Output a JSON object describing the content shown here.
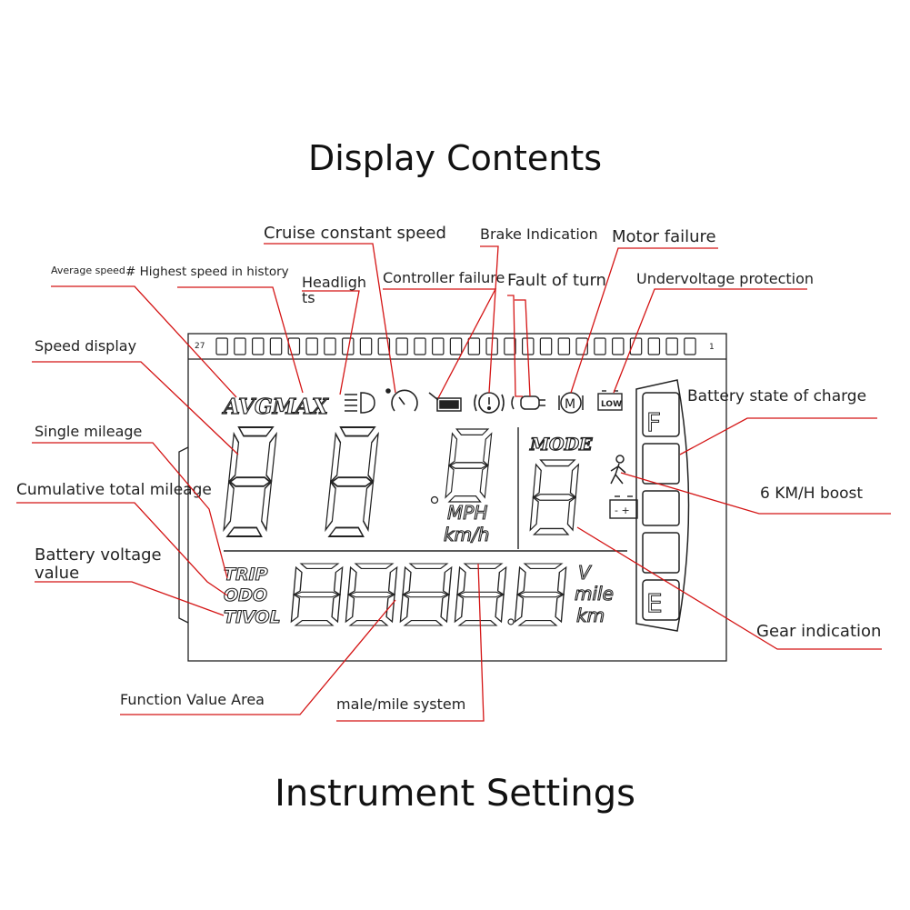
{
  "title": "Display Contents",
  "footer_title": "Instrument Settings",
  "lcd": {
    "segment_left_number": "27",
    "segment_right_number": "1",
    "avgmax": "AVGMAX",
    "mode": "MODE",
    "mph": "MPH",
    "kmh": "km/h",
    "trip": "TRIP",
    "odo": "ODO",
    "tivol": "TIVOL",
    "unit_v": "V",
    "unit_mile": "mile",
    "unit_km": "km",
    "battery_full": "F",
    "battery_empty": "E",
    "low_badge": "LOW",
    "motor_badge": "M",
    "battery_sign": "- +"
  },
  "labels": {
    "cruise": "Cruise constant speed",
    "brake": "Brake Indication",
    "motor_failure": "Motor failure",
    "average_speed": "Average speed",
    "highest_speed": "# Highest speed in history",
    "headlights_1": "Headligh",
    "headlights_2": "ts",
    "controller_failure": "Controller failure",
    "fault_of_turn": "Fault of turn",
    "undervoltage": "Undervoltage protection",
    "speed_display": "Speed display",
    "battery_charge": "Battery state of charge",
    "single_mileage": "Single mileage",
    "boost": "6 KM/H boost",
    "cumulative": "Cumulative total mileage",
    "battery_voltage_1": "Battery voltage",
    "battery_voltage_2": "value",
    "gear": "Gear indication",
    "function_value": "Function Value Area",
    "male_mile": "male/mile system"
  },
  "colors": {
    "leader_line": "#d41414",
    "lcd_stroke": "#222222",
    "text": "#111111"
  },
  "icons": [
    "headlight-icon",
    "cruise-gauge-icon",
    "controller-failure-icon",
    "brake-icon",
    "turn-fault-icon",
    "motor-icon",
    "low-battery-icon",
    "walk-assist-icon",
    "battery-icon"
  ]
}
